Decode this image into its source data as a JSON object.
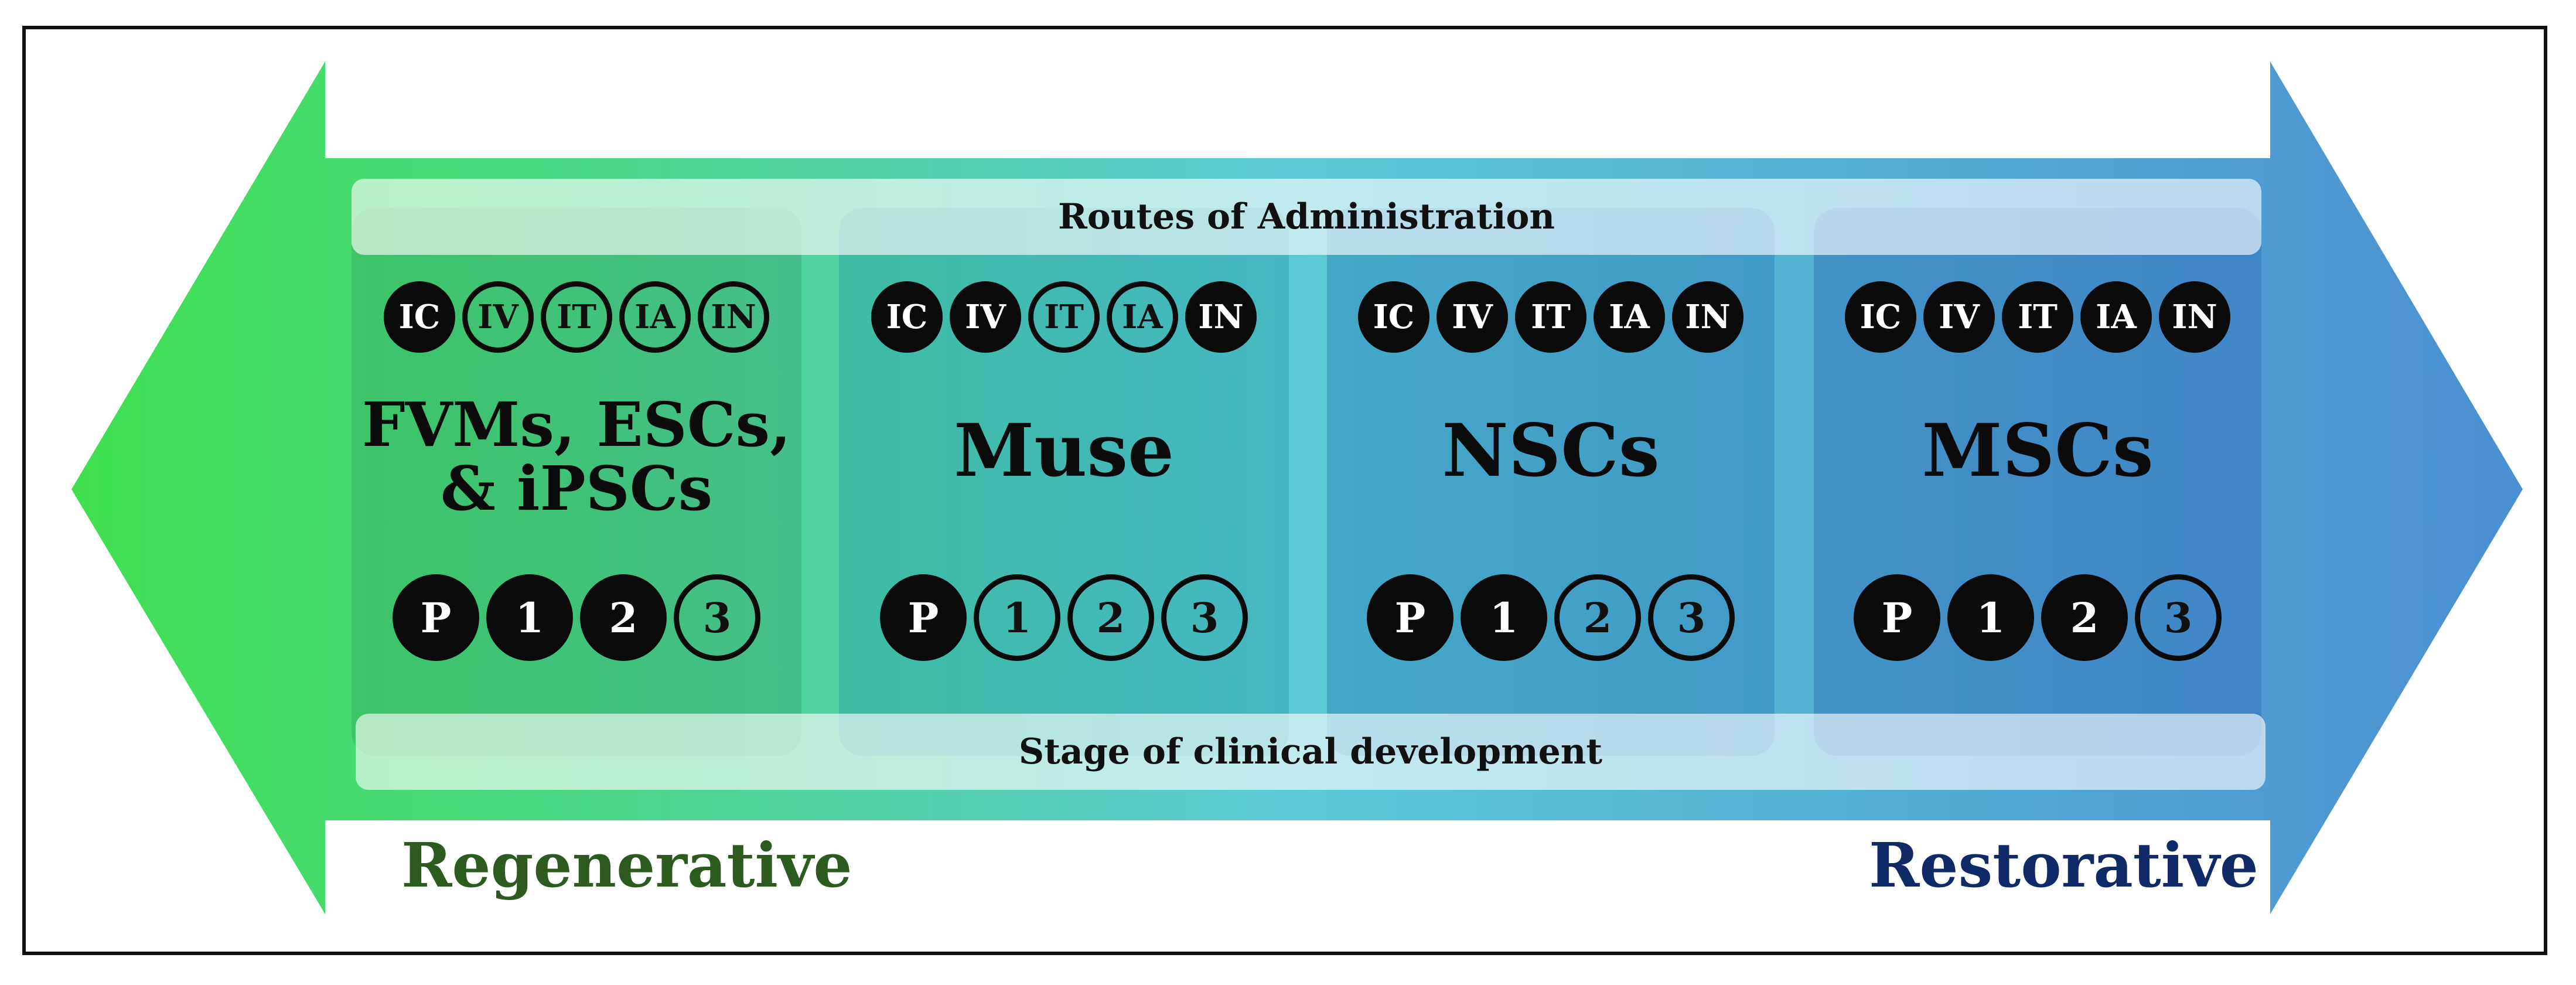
{
  "colors": {
    "arrow_left": "#3fe04f",
    "arrow_mid": "#5ccad6",
    "arrow_right": "#4a8fd2",
    "regenerative": "#2d5a1f",
    "restorative": "#0f2a66",
    "filled_circle": "#0b0b0b"
  },
  "bands": {
    "routes_title": "Routes of Administration",
    "stage_title": "Stage of clinical development"
  },
  "ends": {
    "left": "Regenerative",
    "right": "Restorative"
  },
  "columns": [
    {
      "name_line1": "FVMs, ESCs,",
      "name_line2": "& iPSCs",
      "routes": [
        {
          "label": "IC",
          "filled": true
        },
        {
          "label": "IV",
          "filled": false
        },
        {
          "label": "IT",
          "filled": false
        },
        {
          "label": "IA",
          "filled": false
        },
        {
          "label": "IN",
          "filled": false
        }
      ],
      "stages": [
        {
          "label": "P",
          "filled": true
        },
        {
          "label": "1",
          "filled": true
        },
        {
          "label": "2",
          "filled": true
        },
        {
          "label": "3",
          "filled": false
        }
      ]
    },
    {
      "name_line1": "Muse",
      "routes": [
        {
          "label": "IC",
          "filled": true
        },
        {
          "label": "IV",
          "filled": true
        },
        {
          "label": "IT",
          "filled": false
        },
        {
          "label": "IA",
          "filled": false
        },
        {
          "label": "IN",
          "filled": true
        }
      ],
      "stages": [
        {
          "label": "P",
          "filled": true
        },
        {
          "label": "1",
          "filled": false
        },
        {
          "label": "2",
          "filled": false
        },
        {
          "label": "3",
          "filled": false
        }
      ]
    },
    {
      "name_line1": "NSCs",
      "routes": [
        {
          "label": "IC",
          "filled": true
        },
        {
          "label": "IV",
          "filled": true
        },
        {
          "label": "IT",
          "filled": true
        },
        {
          "label": "IA",
          "filled": true
        },
        {
          "label": "IN",
          "filled": true
        }
      ],
      "stages": [
        {
          "label": "P",
          "filled": true
        },
        {
          "label": "1",
          "filled": true
        },
        {
          "label": "2",
          "filled": false
        },
        {
          "label": "3",
          "filled": false
        }
      ]
    },
    {
      "name_line1": "MSCs",
      "routes": [
        {
          "label": "IC",
          "filled": true
        },
        {
          "label": "IV",
          "filled": true
        },
        {
          "label": "IT",
          "filled": true
        },
        {
          "label": "IA",
          "filled": true
        },
        {
          "label": "IN",
          "filled": true
        }
      ],
      "stages": [
        {
          "label": "P",
          "filled": true
        },
        {
          "label": "1",
          "filled": true
        },
        {
          "label": "2",
          "filled": true
        },
        {
          "label": "3",
          "filled": false
        }
      ]
    }
  ]
}
